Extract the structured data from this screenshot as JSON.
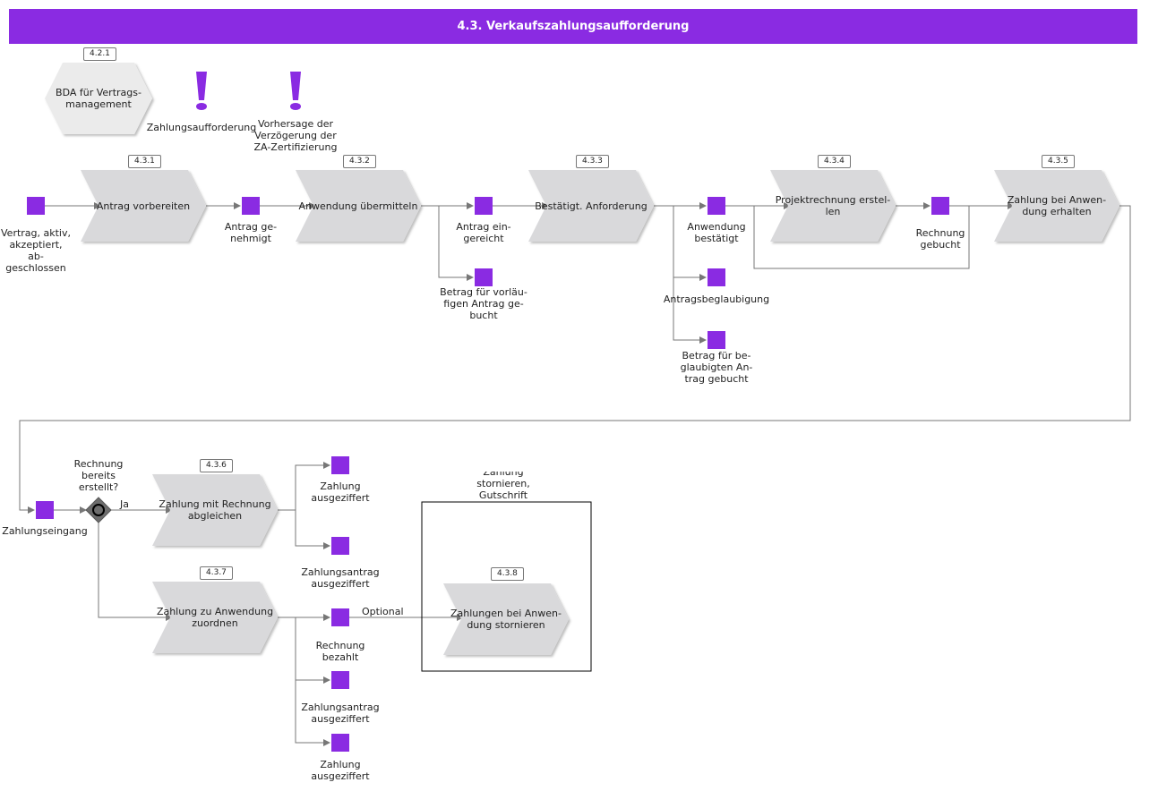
{
  "title": "4.3. Verkaufszahlungsaufforderung",
  "colors": {
    "accent": "#8a2be2",
    "process_fill": "#d9d9db",
    "connector": "#777777"
  },
  "top_items": {
    "hex_tag": "4.2.1",
    "hex_label": "BDA für Vertrags-\nmanagement",
    "alert1_label": "Zahlungsaufforderung",
    "alert2_label": "Vorhersage der\nVerzögerung der\nZA-Zertifizierung"
  },
  "processes": [
    {
      "tag": "4.3.1",
      "label": "Antrag vorbereiten"
    },
    {
      "tag": "4.3.2",
      "label": "Anwendung übermitteln"
    },
    {
      "tag": "4.3.3",
      "label": "Bestätigt. Anforderung"
    },
    {
      "tag": "4.3.4",
      "label": "Projektrechnung erstel-\nlen"
    },
    {
      "tag": "4.3.5",
      "label": "Zahlung bei Anwen-\ndung erhalten"
    },
    {
      "tag": "4.3.6",
      "label": "Zahlung mit Rechnung\nabgleichen"
    },
    {
      "tag": "4.3.7",
      "label": "Zahlung zu Anwendung\nzuordnen"
    },
    {
      "tag": "4.3.8",
      "label": "Zahlungen bei Anwen-\ndung stornieren"
    }
  ],
  "events": [
    "Vertrag, aktiv,\nakzeptiert, ab-\ngeschlossen",
    "Antrag ge-\nnehmigt",
    "Antrag ein-\ngereicht",
    "Betrag für vorläu-\nfigen Antrag ge-\nbucht",
    "Anwendung\nbestätigt",
    "Antragsbeglaubigung",
    "Betrag für be-\nglaubigten An-\ntrag gebucht",
    "Rechnung\ngebucht",
    "Zahlungseingang",
    "Zahlung\nausgeziffert",
    "Zahlungsantrag\nausgeziffert",
    "Rechnung\nbezahlt",
    "Zahlungsantrag\nausgeziffert",
    "Zahlung\nausgeziffert"
  ],
  "gateway": {
    "question": "Rechnung\nbereits\nerstellt?",
    "yes_label": "Ja"
  },
  "optional_label": "Optional",
  "box_label": "Zahlung\nstornieren,\nGutschrift"
}
